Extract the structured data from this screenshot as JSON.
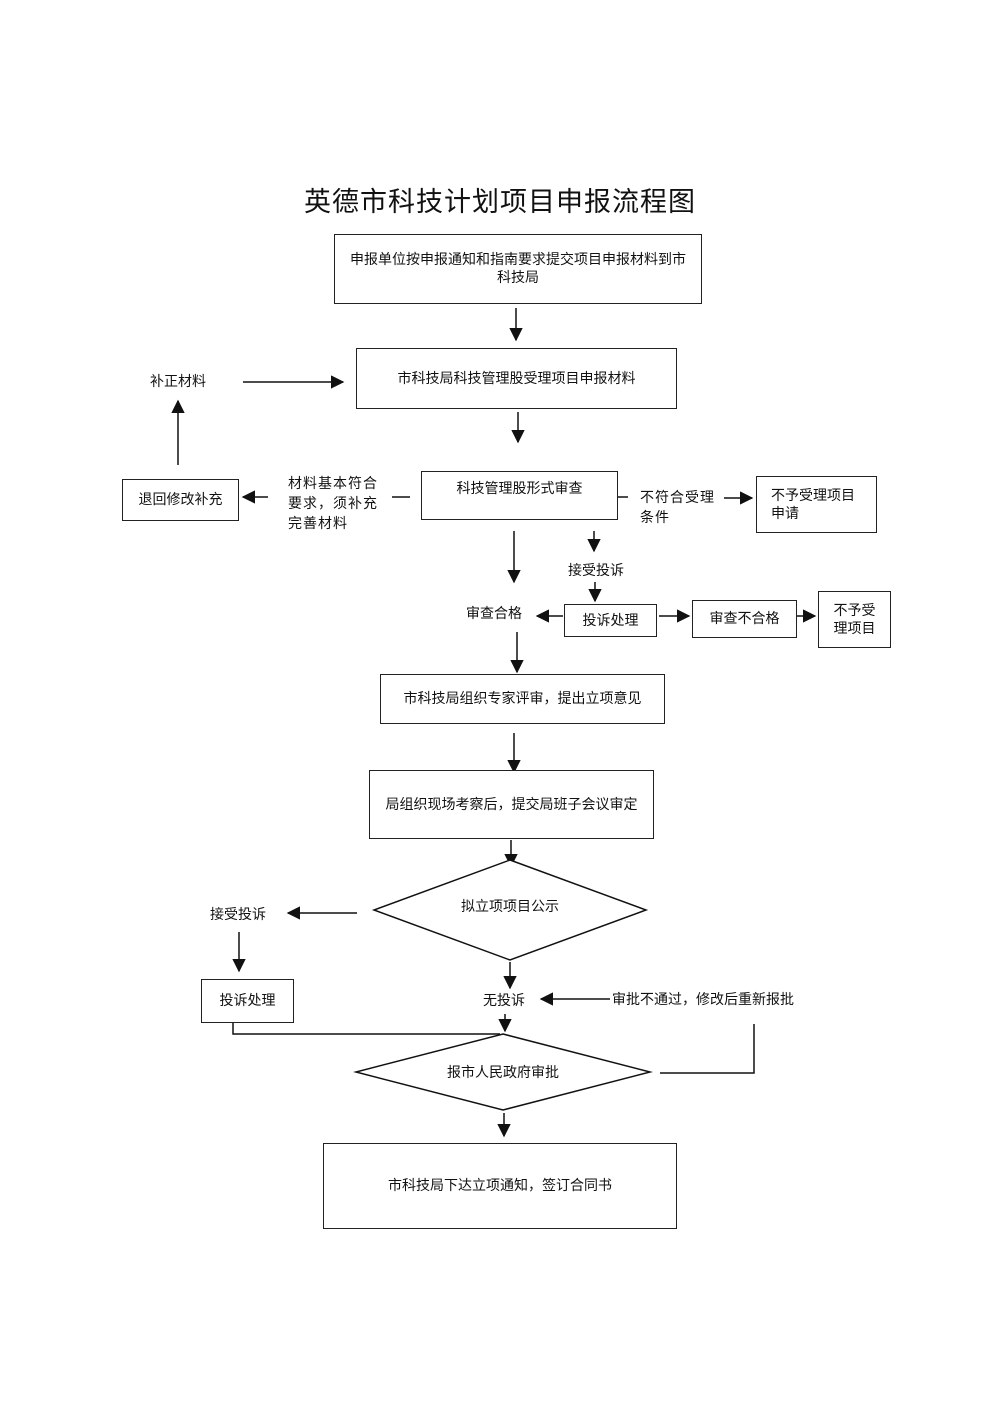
{
  "title": "英德市科技计划项目申报流程图",
  "nodes": {
    "submit": "申报单位按申报通知和指南要求提交项目申报材料到市科技局",
    "accept": "市科技局科技管理股受理项目申报材料",
    "formal_review": "科技管理股形式审查",
    "return_modify": "退回修改补充",
    "supplement": "补正材料",
    "reject_apply": "不予受理项目申请",
    "complaint_handle": "投诉处理",
    "review_fail": "审查不合格",
    "reject_project": "不予受理项目",
    "expert_review": "市科技局组织专家评审，提出立项意见",
    "site_visit": "局组织现场考察后，提交局班子会议审定",
    "publicity": "拟立项项目公示",
    "complaint_handle2": "投诉处理",
    "gov_approval": "报市人民政府审批",
    "issue_notice": "市科技局下达立项通知，签订合同书"
  },
  "labels": {
    "basic_ok": "材料基本符合要求，须补充完善材料",
    "not_meet": "不符合受理条件",
    "accept_complaint": "接受投诉",
    "review_pass": "审查合格",
    "accept_complaint2": "接受投诉",
    "no_complaint": "无投诉",
    "approval_fail": "审批不通过，修改后重新报批"
  }
}
